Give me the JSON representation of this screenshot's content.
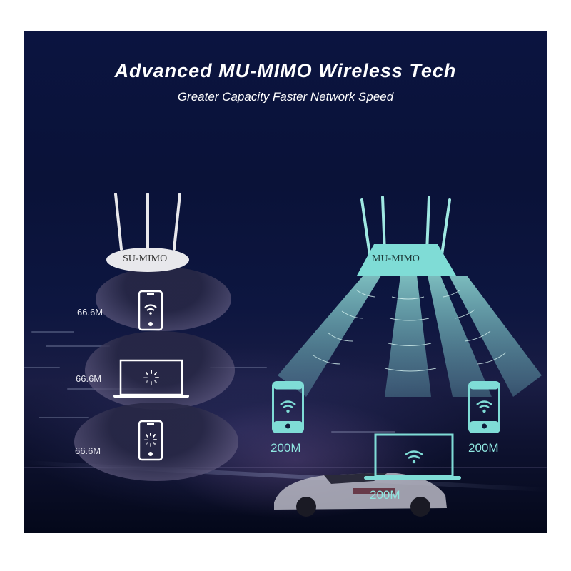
{
  "header": {
    "title": "Advanced MU-MIMO Wireless Tech",
    "subtitle": "Greater Capacity  Faster Network Speed"
  },
  "su_mimo": {
    "router_label": "SU-MIMO",
    "antennas": 3,
    "devices": [
      {
        "type": "phone",
        "status": "wifi-connected",
        "speed": "66.6M"
      },
      {
        "type": "laptop",
        "status": "loading",
        "speed": "66.6M"
      },
      {
        "type": "phone",
        "status": "loading",
        "speed": "66.6M"
      }
    ]
  },
  "mu_mimo": {
    "router_label": "MU-MIMO",
    "antennas": 4,
    "beams": 4,
    "devices": [
      {
        "type": "phone",
        "status": "wifi-connected",
        "speed": "200M"
      },
      {
        "type": "laptop",
        "status": "wifi-connected",
        "speed": "200M"
      },
      {
        "type": "phone",
        "status": "wifi-connected",
        "speed": "200M"
      }
    ]
  },
  "colors": {
    "background": "#0b1440",
    "accent_cyan": "#7fdcd6",
    "su_router": "#e8e8ec",
    "text_white": "#ffffff"
  }
}
